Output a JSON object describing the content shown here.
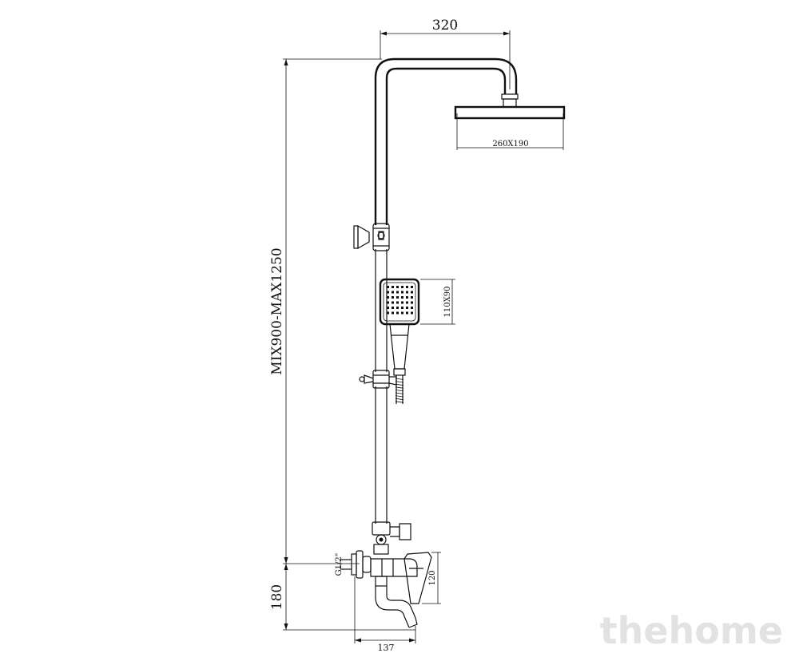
{
  "dimensions": {
    "top_width": "320",
    "total_height": "MIX900-MAX1250",
    "head_size": "260X190",
    "hand_size": "110X90",
    "thread": "G1/2\"",
    "mixer_height": "120",
    "base_height": "180",
    "spout_length": "137"
  },
  "watermark": "thehome"
}
